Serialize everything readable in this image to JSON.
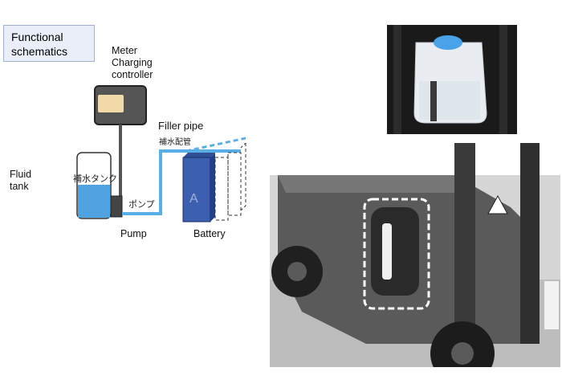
{
  "title": "Functional\nschematics",
  "labels": {
    "meter_controller": "Meter\nCharging\ncontroller",
    "filler_pipe": "Filler pipe",
    "filler_pipe_jp": "補水配管",
    "fluid_tank": "Fluid\ntank",
    "fluid_tank_jp": "補水タンク",
    "pump": "Pump",
    "pump_jp": "ポンプ",
    "battery": "Battery"
  },
  "colors": {
    "water": "#4fa3e0",
    "pipe": "#5aaee6",
    "battery_body": "#3d5fb0",
    "controller_display": "#f2d9a8",
    "highlight_frame": "#ffffff"
  },
  "icons": {
    "controller": "meter-controller-icon",
    "tank": "fluid-tank-icon",
    "pump": "pump-icon",
    "battery": "battery-cells-icon",
    "photo_tank": "refill-tank-photo",
    "photo_forklift": "forklift-photo"
  }
}
